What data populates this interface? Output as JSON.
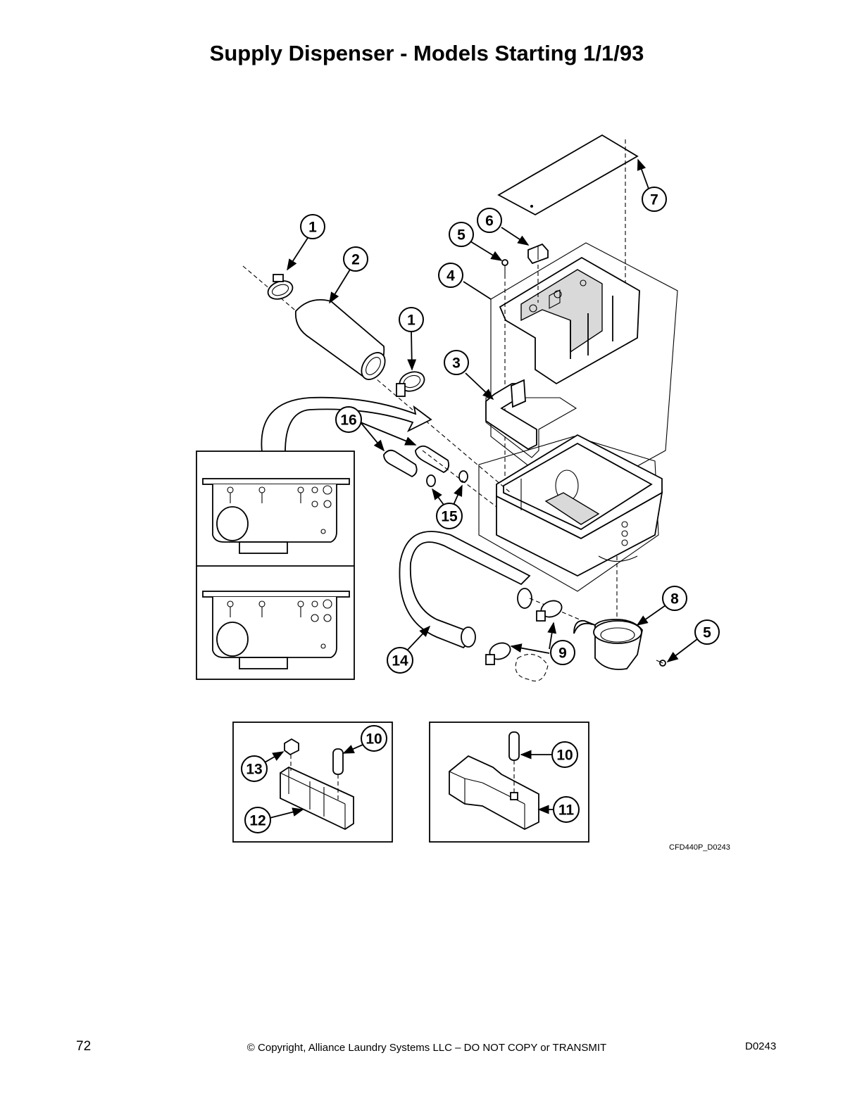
{
  "title": "Supply Dispenser - Models Starting 1/1/93",
  "drawing_id": "CFD440P_D0243",
  "footer": {
    "page_number": "72",
    "copyright": "© Copyright, Alliance Laundry Systems LLC – DO NOT COPY or TRANSMIT",
    "doc_code": "D0243"
  },
  "callouts": [
    "1",
    "2",
    "1",
    "3",
    "4",
    "5",
    "6",
    "7",
    "16",
    "15",
    "14",
    "8",
    "5",
    "9",
    "10",
    "13",
    "12",
    "10",
    "11"
  ]
}
